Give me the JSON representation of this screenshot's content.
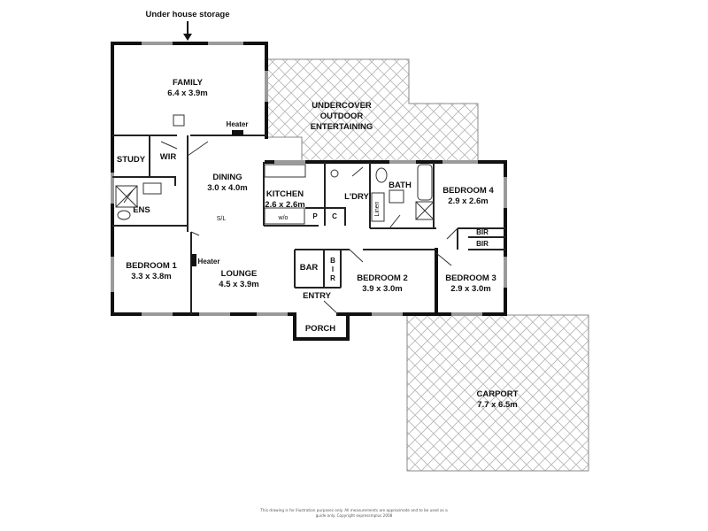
{
  "top_note": "Under house storage",
  "rooms": {
    "family": {
      "name": "FAMILY",
      "dims": "6.4 x 3.9m"
    },
    "undercover": {
      "line1": "UNDERCOVER",
      "line2": "OUTDOOR",
      "line3": "ENTERTAINING"
    },
    "heater_top": "Heater",
    "study": "STUDY",
    "wir": "WIR",
    "ens": "ENS",
    "dining": {
      "name": "DINING",
      "dims": "3.0 x 4.0m"
    },
    "sl": "S/L",
    "kitchen": {
      "name": "KITCHEN",
      "dims": "2.6 x 2.6m"
    },
    "wo": "w/o",
    "pantry": "P",
    "cupboard": "C",
    "laundry": "L'DRY",
    "bath": "BATH",
    "linen": "Linen",
    "bedroom4": {
      "name": "BEDROOM 4",
      "dims": "2.9 x 2.6m"
    },
    "bir_a": "BIR",
    "bir_b": "BIR",
    "bedroom1": {
      "name": "BEDROOM 1",
      "dims": "3.3 x 3.8m"
    },
    "heater_lounge": "Heater",
    "lounge": {
      "name": "LOUNGE",
      "dims": "4.5 x 3.9m"
    },
    "bar": "BAR",
    "bir_vertical": [
      "B",
      "I",
      "R"
    ],
    "bedroom2": {
      "name": "BEDROOM 2",
      "dims": "3.9 x 3.0m"
    },
    "bedroom3": {
      "name": "BEDROOM 3",
      "dims": "2.9 x 3.0m"
    },
    "entry": "ENTRY",
    "porch": "PORCH",
    "carport": {
      "name": "CARPORT",
      "dims": "7.7 x 6.5m"
    }
  },
  "disclaimer": {
    "line1": "This drawing is for illustration purposes only. All measurements are approximate and to be used as a",
    "line2": "guide only. Copyright expressmplus 2008"
  },
  "colors": {
    "wall": "#111111",
    "window": "#9a9a9a",
    "hatch": "#b5b5b5"
  }
}
